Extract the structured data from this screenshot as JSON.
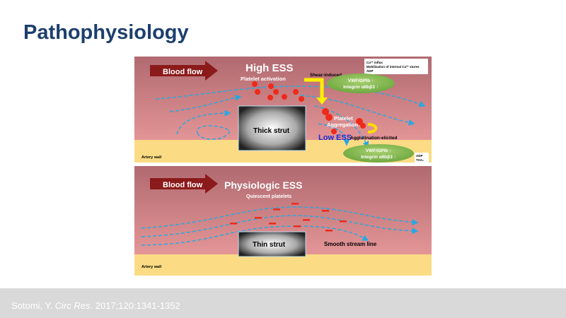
{
  "slide": {
    "title": "Pathophysiology",
    "citation_author": "Sotomi, Y. ",
    "citation_journal": "Circ Res",
    "citation_rest": ". 2017;120:1341-1352"
  },
  "top_panel": {
    "blood_flow": "Blood flow",
    "heading": "High ESS",
    "subheading": "Platelet activation",
    "shear": "Shear-induced",
    "strut": "Thick strut",
    "aggregation_1": "Platelet",
    "aggregation_2": "Aggregation",
    "low_ess": "Low ESS",
    "agglutination": "Agglutination-elicited",
    "artery_wall": "Artery wall",
    "box_top": [
      "Ca²⁺ influx",
      "Mobilization of internal Ca²⁺ stores",
      "ADP"
    ],
    "ellipse_top": [
      "VWF/GPIb ↑",
      "Integrin αIIbβ3 ↑"
    ],
    "ellipse_bottom": [
      "VWF/GPIb ↑",
      "Integrin αIIbβ3 ↑"
    ],
    "box_bottom": [
      "ADP",
      "TXA₂"
    ]
  },
  "bottom_panel": {
    "blood_flow": "Blood flow",
    "heading": "Physiologic ESS",
    "subheading": "Quiescent platelets",
    "strut": "Thin strut",
    "stream": "Smooth stream line",
    "artery_wall": "Artery wall"
  }
}
